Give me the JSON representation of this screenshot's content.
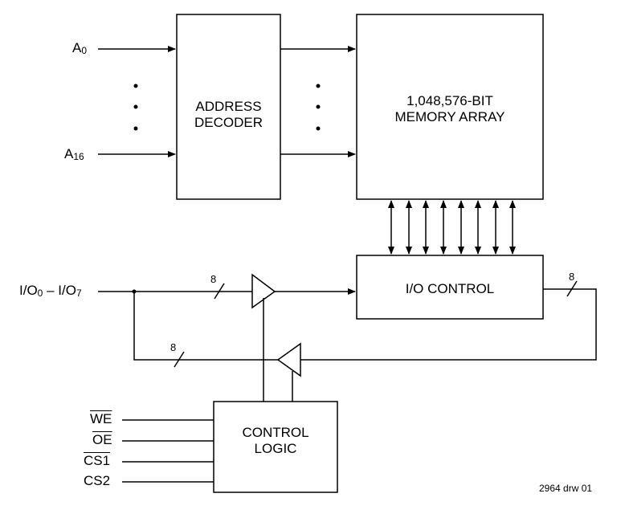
{
  "blocks": {
    "address_decoder": {
      "line1": "ADDRESS",
      "line2": "DECODER"
    },
    "memory_array": {
      "line1": "1,048,576-BIT",
      "line2": "MEMORY ARRAY"
    },
    "io_control": {
      "label": "I/O CONTROL"
    },
    "control_logic": {
      "line1": "CONTROL",
      "line2": "LOGIC"
    }
  },
  "signals": {
    "a0": {
      "base": "A",
      "sub": "0"
    },
    "a16": {
      "base": "A",
      "sub": "16"
    },
    "io": {
      "p1": "I/O",
      "s1": "0",
      "p2": " – I/O",
      "s2": "7"
    },
    "we": "WE",
    "oe": "OE",
    "cs1": "CS1",
    "cs2": "CS2"
  },
  "bus_width": {
    "input": "8",
    "output": "8",
    "feedback": "8"
  },
  "caption": "2964 drw 01"
}
